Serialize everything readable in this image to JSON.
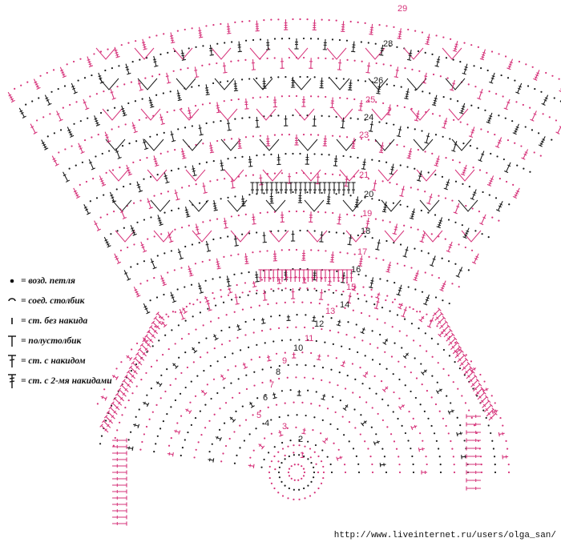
{
  "legend": [
    {
      "symbol": "chain-dot-icon",
      "text": "= возд. петля"
    },
    {
      "symbol": "slip-stitch-icon",
      "text": "= соед. столбик"
    },
    {
      "symbol": "single-crochet-icon",
      "text": "= ст. без накида"
    },
    {
      "symbol": "half-double-crochet-icon",
      "text": "= полустолбик"
    },
    {
      "symbol": "double-crochet-icon",
      "text": "= ст. с накидом"
    },
    {
      "symbol": "treble-crochet-icon",
      "text": "= ст. с 2-мя накидами"
    }
  ],
  "row_numbers": [
    {
      "label": "29",
      "color": "pink"
    },
    {
      "label": "28",
      "color": "black"
    },
    {
      "label": "26",
      "color": "black"
    },
    {
      "label": "25",
      "color": "pink"
    },
    {
      "label": "24",
      "color": "black"
    },
    {
      "label": "23",
      "color": "pink"
    },
    {
      "label": "21",
      "color": "pink"
    },
    {
      "label": "20",
      "color": "black"
    },
    {
      "label": "19",
      "color": "pink"
    },
    {
      "label": "18",
      "color": "black"
    },
    {
      "label": "17",
      "color": "pink"
    },
    {
      "label": "16",
      "color": "black"
    },
    {
      "label": "15",
      "color": "pink"
    },
    {
      "label": "14",
      "color": "black"
    },
    {
      "label": "13",
      "color": "pink"
    },
    {
      "label": "12",
      "color": "black"
    },
    {
      "label": "11",
      "color": "pink"
    },
    {
      "label": "10",
      "color": "black"
    },
    {
      "label": "9",
      "color": "pink"
    },
    {
      "label": "8",
      "color": "black"
    },
    {
      "label": "7",
      "color": "pink"
    },
    {
      "label": "6",
      "color": "black"
    },
    {
      "label": "5",
      "color": "pink"
    },
    {
      "label": "4",
      "color": "black"
    },
    {
      "label": "3",
      "color": "pink"
    },
    {
      "label": "2",
      "color": "black"
    },
    {
      "label": "1",
      "color": "pink"
    }
  ],
  "watermark": "http://www.liveinternet.ru/users/olga_san/",
  "colors": {
    "pink": "#d6337a",
    "black": "#1a1a1a"
  }
}
